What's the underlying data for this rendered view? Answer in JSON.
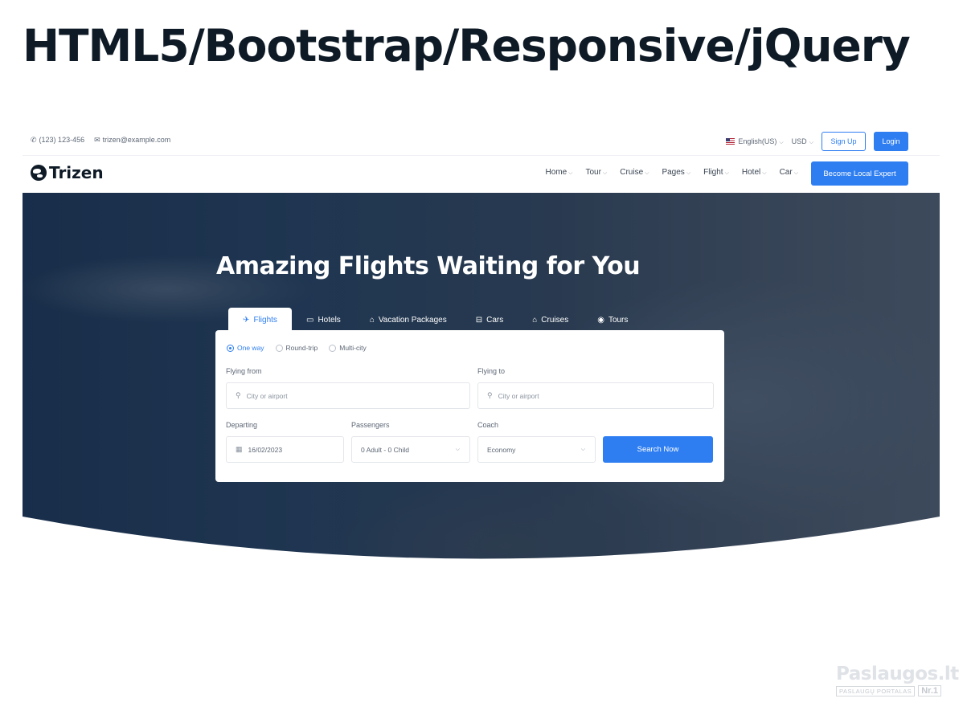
{
  "page": {
    "heading": "HTML5/Bootstrap/Responsive/jQuery"
  },
  "topbar": {
    "phone": "(123) 123-456",
    "email": "trizen@example.com",
    "language": "English(US)",
    "currency": "USD",
    "signup_label": "Sign Up",
    "login_label": "Login"
  },
  "navbar": {
    "logo": "Trizen",
    "menu": [
      "Home",
      "Tour",
      "Cruise",
      "Pages",
      "Flight",
      "Hotel",
      "Car"
    ],
    "cta_label": "Become Local Expert"
  },
  "hero": {
    "title": "Amazing Flights Waiting for You",
    "tabs": [
      {
        "label": "Flights",
        "icon": "plane-icon",
        "active": true
      },
      {
        "label": "Hotels",
        "icon": "bed-icon",
        "active": false
      },
      {
        "label": "Vacation Packages",
        "icon": "suitcase-icon",
        "active": false
      },
      {
        "label": "Cars",
        "icon": "car-icon",
        "active": false
      },
      {
        "label": "Cruises",
        "icon": "ship-icon",
        "active": false
      },
      {
        "label": "Tours",
        "icon": "globe-icon",
        "active": false
      }
    ]
  },
  "search": {
    "trip_types": [
      "One way",
      "Round-trip",
      "Multi-city"
    ],
    "selected_trip": "One way",
    "flying_from_label": "Flying from",
    "flying_from_placeholder": "City or airport",
    "flying_to_label": "Flying to",
    "flying_to_placeholder": "City or airport",
    "departing_label": "Departing",
    "departing_value": "16/02/2023",
    "passengers_label": "Passengers",
    "passengers_value": "0 Adult - 0 Child",
    "coach_label": "Coach",
    "coach_value": "Economy",
    "search_label": "Search Now"
  },
  "watermark": {
    "brand": "Paslaugos.lt",
    "sub": "PASLAUGŲ PORTALAS",
    "nr": "Nr.1"
  },
  "colors": {
    "accent": "#2e7ef2",
    "heading": "#0e1a26"
  }
}
